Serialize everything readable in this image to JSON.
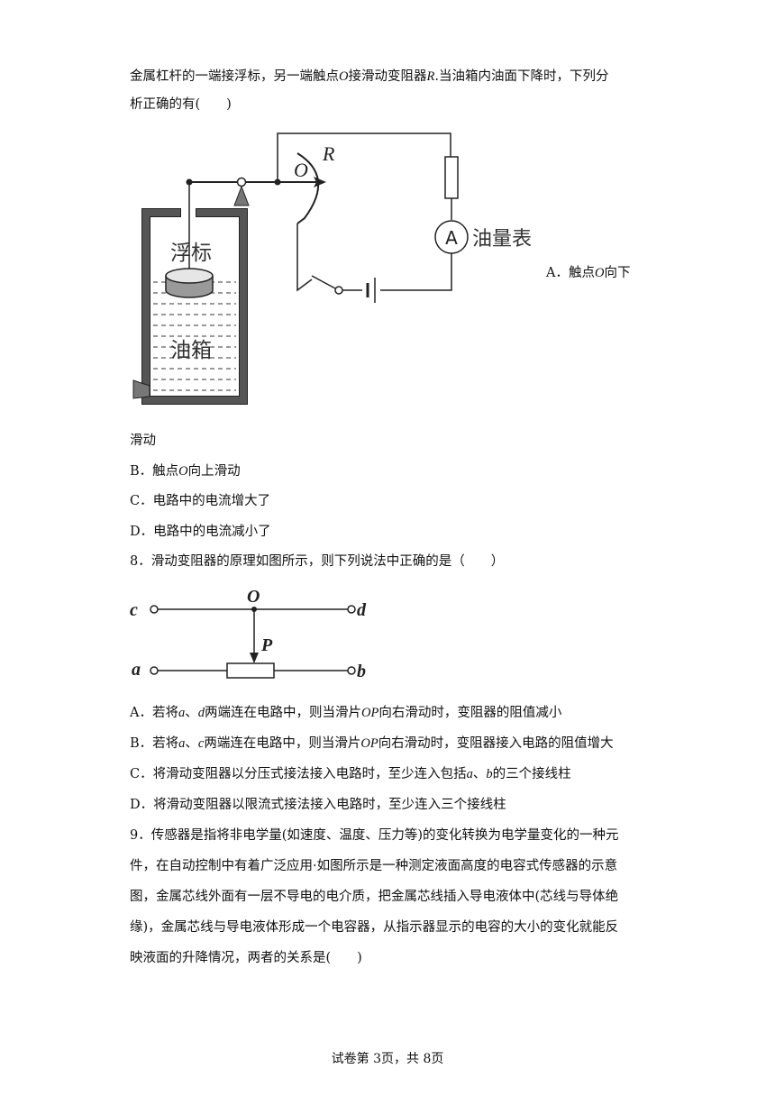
{
  "q7": {
    "stem_line1_a": "金属杠杆的一端接浮标，另一端触点",
    "stem_O": "O",
    "stem_line1_b": "接滑动变阻器",
    "stem_R": "R",
    "stem_line1_c": ".当油箱内油面下降时，下列分",
    "stem_line2": "析正确的有(　　)",
    "fig_label_R": "R",
    "fig_label_O": "O",
    "fig_label_A": "A",
    "fig_label_gauge": "油量表",
    "fig_label_float": "浮标",
    "fig_label_tank": "油箱",
    "optA_a": "A．触点",
    "optA_O": "O",
    "optA_b": "向下",
    "optA_cont": "滑动",
    "optB_a": "B．触点",
    "optB_O": "O",
    "optB_b": "向上滑动",
    "optC": "C．电路中的电流增大了",
    "optD": "D．电路中的电流减小了"
  },
  "q8": {
    "stem": "8．滑动变阻器的原理如图所示，则下列说法中正确的是（　　）",
    "fig": {
      "c": "c",
      "d": "d",
      "a": "a",
      "b": "b",
      "O": "O",
      "P": "P"
    },
    "optA_1": "A．若将",
    "optA_a": "a",
    "optA_2": "、",
    "optA_d": "d",
    "optA_3": "两端连在电路中，则当滑片",
    "optA_OP": "OP",
    "optA_4": "向右滑动时，变阻器的阻值减小",
    "optB_1": "B．若将",
    "optB_a": "a",
    "optB_2": "、",
    "optB_c": "c",
    "optB_3": "两端连在电路中，则当滑片",
    "optB_OP": "OP",
    "optB_4": "向右滑动时，变阻器接入电路的阻值增大",
    "optC_1": "C．将滑动变阻器以分压式接法接入电路时，至少连入包括",
    "optC_a": "a",
    "optC_2": "、",
    "optC_b": "b",
    "optC_3": "的三个接线柱",
    "optD": "D．将滑动变阻器以限流式接法接入电路时，至少连入三个接线柱"
  },
  "q9": {
    "line1": "9．传感器是指将非电学量(如速度、温度、压力等)的变化转换为电学量变化的一种元",
    "line2": "件，在自动控制中有着广泛应用·如图所示是一种测定液面高度的电容式传感器的示意",
    "line3": "图，金属芯线外面有一层不导电的电介质，把金属芯线插入导电液体中(芯线与导体绝",
    "line4": "缘)，金属芯线与导电液体形成一个电容器，从指示器显示的电容的大小的变化就能反",
    "line5": "映液面的升降情况，两者的关系是(　　)"
  },
  "footer": "试卷第 3页，共 8页"
}
